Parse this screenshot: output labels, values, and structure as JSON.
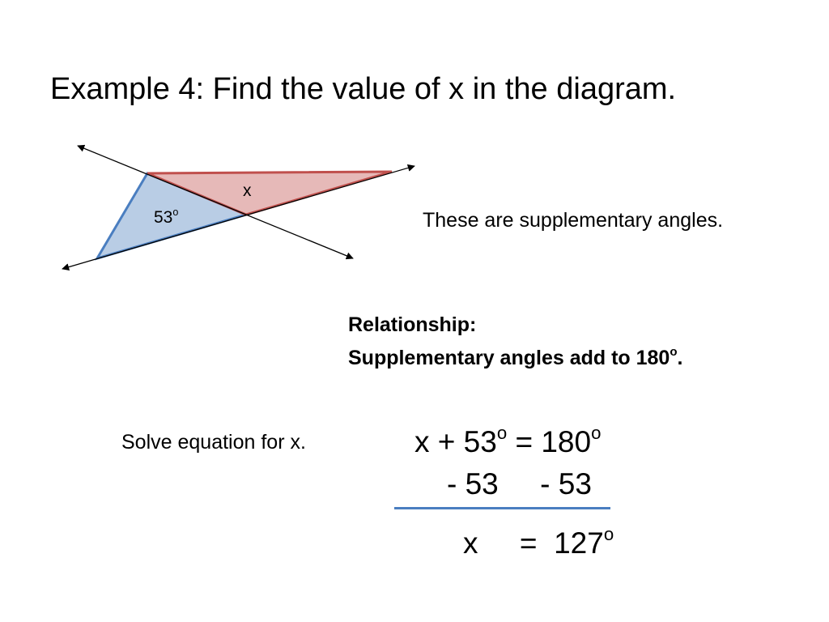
{
  "title": "Example 4:  Find the value of x in the diagram.",
  "diagram": {
    "angle_label_value": "53",
    "angle_label_unit": "o",
    "unknown_label": "x",
    "colors": {
      "blue_fill": "#b9cde5",
      "blue_stroke": "#4a7ec0",
      "red_fill": "#e6b9b8",
      "red_stroke": "#c0504d",
      "line": "#000000"
    }
  },
  "note": "These are supplementary angles.",
  "relationship": {
    "heading": "Relationship:",
    "text": "Supplementary angles add to 180",
    "degree": "o",
    "period": "."
  },
  "solve_label": "Solve equation for x.",
  "equation": {
    "line1_left": "x + 53",
    "line1_deg1": "o",
    "line1_mid": " = 180",
    "line1_deg2": "o",
    "line2": "- 53     - 53",
    "line3_left": "x     =  127",
    "line3_deg": "o"
  }
}
